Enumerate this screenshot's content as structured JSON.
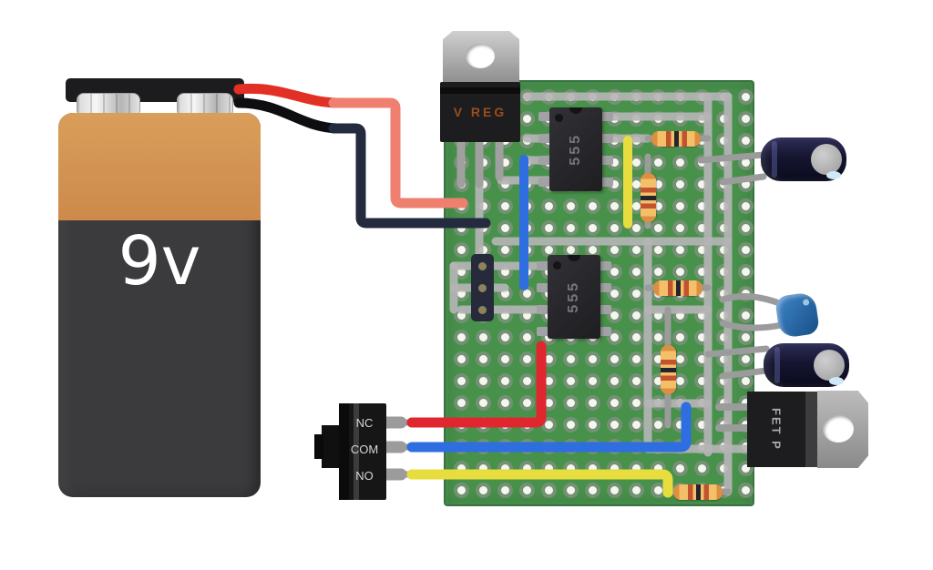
{
  "battery": {
    "label": "9v",
    "body_color": "#3b3b3d",
    "top_color": "#d2944f"
  },
  "voltage_regulator": {
    "label": "V REG"
  },
  "timer_ics": [
    {
      "label": "555"
    },
    {
      "label": "555"
    }
  ],
  "mosfet": {
    "label": "FET P"
  },
  "slide_switch": {
    "labels": [
      "NC",
      "COM",
      "NO"
    ]
  },
  "perfboard": {
    "color": "#47914b",
    "hole_columns": 14,
    "hole_rows": 19
  },
  "wire_colors": {
    "battery_positive": "#e23025",
    "battery_positive_extension": "#ef7f6e",
    "battery_negative": "#0e0e10",
    "battery_negative_extension": "#252b3f",
    "signal_red": "#e02730",
    "signal_blue": "#2e6ee0",
    "signal_yellow": "#e8dd3e",
    "trace_gray": "#b4b4b4"
  },
  "component_colors": {
    "resistor_body": "#f4bf69",
    "electrolytic_capacitor": "#151530",
    "ceramic_capacitor": "#2a6fb0",
    "ic_body": "#232327"
  }
}
